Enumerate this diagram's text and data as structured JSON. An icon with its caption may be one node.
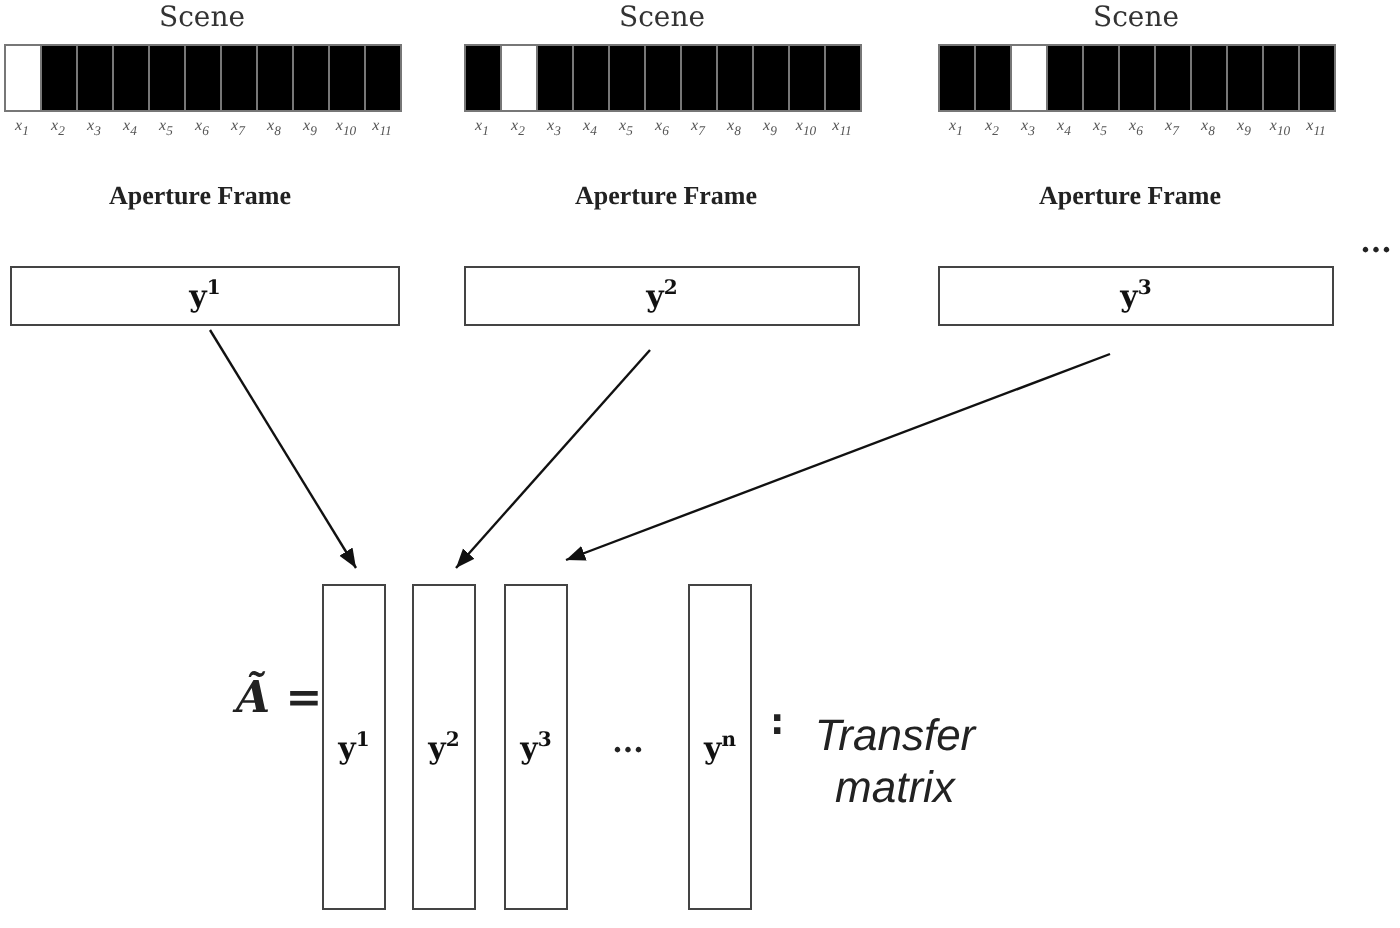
{
  "diagram": {
    "nodes": [
      {
        "text": [
          "y$^{1}$"
        ]
      },
      {
        "text": [
          "y$^{2}$"
        ]
      },
      {
        "text": [
          "y$^{3}$"
        ]
      },
      {
        "text": [
          "y$^{1}$"
        ]
      },
      {
        "text": [
          "y$^{2}$"
        ]
      },
      {
        "text": [
          "y$^{3}$"
        ]
      },
      {
        "text": [
          "y$^{n}$"
        ]
      }
    ],
    "edges": [
      {
        "from": 0,
        "to": 3,
        "arrow": "to"
      },
      {
        "from": 1,
        "to": 4,
        "arrow": "to"
      },
      {
        "from": 2,
        "to": 5,
        "arrow": "to"
      }
    ],
    "labels": [
      "Scene",
      "Scene",
      "Scene",
      "x$_{1}$",
      "x$_{2}$",
      "x$_{3}$",
      "x$_{4}$",
      "x$_{5}$",
      "x$_{6}$",
      "x$_{7}$",
      "x$_{8}$",
      "x$_{9}$",
      "x$_{10}$",
      "x$_{11}$",
      "x$_{1}$",
      "x$_{2}$",
      "x$_{3}$",
      "x$_{4}$",
      "x$_{5}$",
      "x$_{6}$",
      "x$_{7}$",
      "x$_{8}$",
      "x$_{9}$",
      "x$_{10}$",
      "x$_{11}$",
      "x$_{1}$",
      "x$_{2}$",
      "x$_{3}$",
      "x$_{4}$",
      "x$_{5}$",
      "x$_{6}$",
      "x$_{7}$",
      "x$_{8}$",
      "x$_{9}$",
      "x$_{10}$",
      "x$_{11}$",
      "Aperture Frame",
      "Aperture Frame",
      "Aperture Frame",
      "...",
      "Ã =",
      "...",
      ":",
      "Transfer matrix"
    ]
  }
}
